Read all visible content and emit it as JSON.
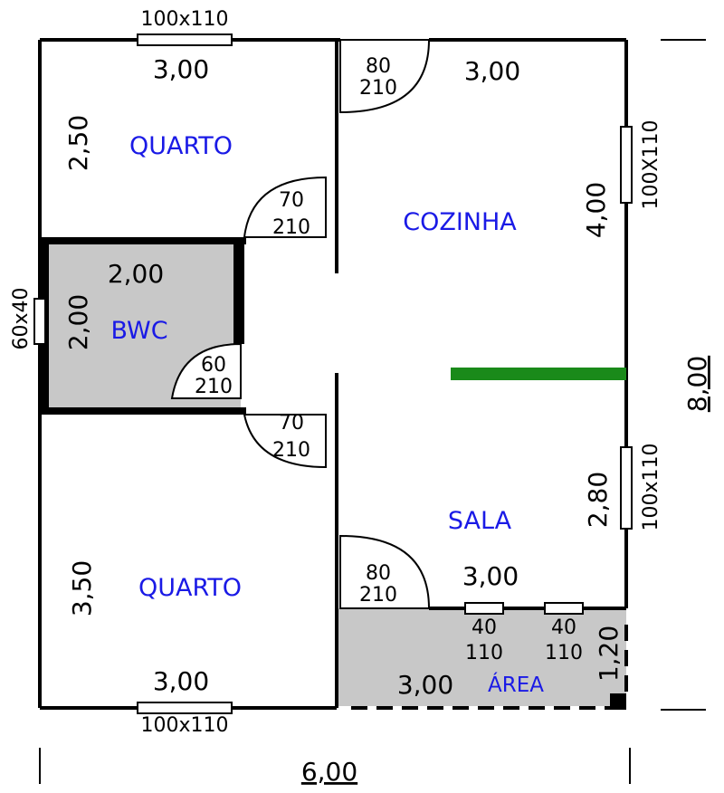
{
  "rooms": {
    "quarto_top": "QUARTO",
    "cozinha": "COZINHA",
    "bwc": "BWC",
    "sala": "SALA",
    "quarto_bottom": "QUARTO",
    "area": "ÁREA"
  },
  "dimensions": {
    "top_left_width": "3,00",
    "top_right_width": "3,00",
    "quarto_top_height": "2,50",
    "cozinha_height": "4,00",
    "bwc_width": "2,00",
    "bwc_height": "2,00",
    "sala_height": "2,80",
    "sala_width": "3,00",
    "quarto_bottom_height": "3,50",
    "quarto_bottom_width": "3,00",
    "area_width": "3,00",
    "area_height": "1,20",
    "total_width": "6,00",
    "total_height": "8,00"
  },
  "windows": {
    "top": "100x110",
    "right_upper": "100X110",
    "right_lower": "100x110",
    "bwc": "60x40",
    "bottom": "100x110",
    "area_1_w": "40",
    "area_1_h": "110",
    "area_2_w": "40",
    "area_2_h": "110"
  },
  "doors": {
    "cozinha_w": "80",
    "cozinha_h": "210",
    "quarto_top_w": "70",
    "quarto_top_h": "210",
    "bwc_w": "60",
    "bwc_h": "210",
    "quarto_bottom_w": "70",
    "quarto_bottom_h": "210",
    "sala_w": "80",
    "sala_h": "210"
  },
  "colors": {
    "wall": "#000000",
    "room_label": "#1a1ae6",
    "wet_area_fill": "#c8c8c8",
    "divider": "#1a8a1a"
  }
}
